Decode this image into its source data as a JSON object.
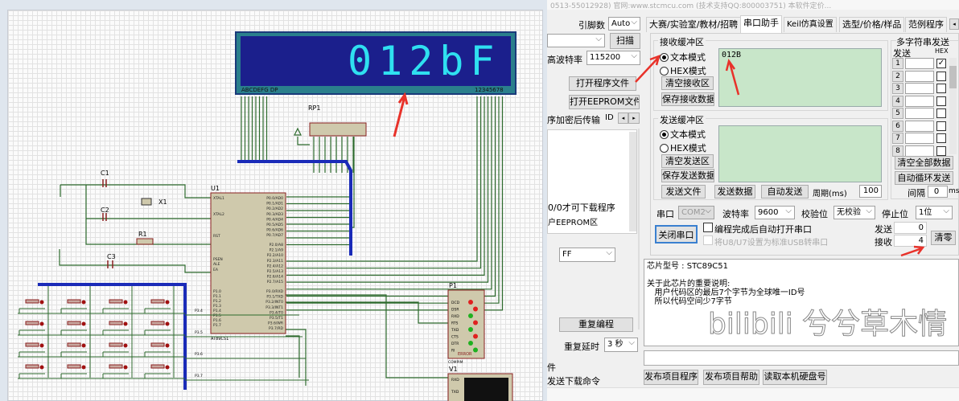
{
  "titlebar": "0513-55012928) 官网:www.stcmcu.com (技术支持QQ:800003751) 本软件定价...",
  "schematic": {
    "display_text": "012bF",
    "display_seg_label": "ABCDEFG DP",
    "display_digit_label": "12345678",
    "rp1": "RP1",
    "u1": "U1",
    "u1_part": "AT89C51",
    "c1": "C1",
    "c2": "C2",
    "c3": "C3",
    "r1": "R1",
    "x1": "X1",
    "p1": "P1",
    "p1_part": "COMPIM",
    "p1_pins": [
      "DCD",
      "DSR",
      "RXD",
      "RTS",
      "TXD",
      "CTS",
      "DTR",
      "RI"
    ],
    "p1_error": "ERROR",
    "v1": "V1",
    "v1_pins": [
      "RXD",
      "TXD"
    ],
    "mcu_left": [
      "XTAL1",
      "XTAL2",
      "RST",
      "PSEN",
      "ALE",
      "EA",
      "P1.0",
      "P1.1",
      "P1.2",
      "P1.3",
      "P1.4",
      "P1.5",
      "P1.6",
      "P1.7"
    ],
    "mcu_right": [
      "P0.0/AD0",
      "P0.1/AD1",
      "P0.2/AD2",
      "P0.3/AD3",
      "P0.4/AD4",
      "P0.5/AD5",
      "P0.6/AD6",
      "P0.7/AD7",
      "P2.0/A8",
      "P2.1/A9",
      "P2.2/A10",
      "P2.3/A11",
      "P2.4/A12",
      "P2.5/A13",
      "P2.6/A14",
      "P2.7/A15",
      "P3.0/RXD",
      "P3.1/TXD",
      "P3.2/INT0",
      "P3.3/INT1",
      "P3.4/T0",
      "P3.5/T1",
      "P3.6/WR",
      "P3.7/RD"
    ],
    "key_labels": [
      "P3.4",
      "P3.5",
      "P3.6",
      "P3.7"
    ]
  },
  "left": {
    "pin_count_label": "引脚数",
    "pin_count_value": "Auto",
    "scan": "扫描",
    "baud_label": "高波特率",
    "baud_value": "115200",
    "open_program": "打开程序文件",
    "open_eeprom": "打开EEPROM文件",
    "encrypt_label": "序加密后传输",
    "id_label": "ID",
    "note1": "0/0才可下载程序",
    "note2": "户EEPROM区",
    "ff_value": "FF",
    "repeat_program": "重复编程",
    "repeat_delay_label": "重复延时",
    "repeat_delay_value": "3 秒",
    "file_suffix": "件",
    "send_download": "发送下载命令"
  },
  "tabs": [
    {
      "label": "大赛/实验室/教材/招聘"
    },
    {
      "label": "串口助手"
    },
    {
      "label": "Keil仿真设置"
    },
    {
      "label": "选型/价格/样品"
    },
    {
      "label": "范例程序"
    }
  ],
  "receive": {
    "title": "接收缓冲区",
    "text_mode": "文本模式",
    "hex_mode": "HEX模式",
    "clear": "清空接收区",
    "save": "保存接收数据",
    "content": "012B"
  },
  "send": {
    "title": "发送缓冲区",
    "text_mode": "文本模式",
    "hex_mode": "HEX模式",
    "clear": "清空发送区",
    "save": "保存发送数据",
    "content": "",
    "send_file": "发送文件",
    "send_data": "发送数据",
    "auto_send": "自动发送",
    "period_label": "周期(ms)",
    "period_value": "100"
  },
  "multi": {
    "title": "多字符串发送",
    "send_col": "发送",
    "hex_col": "HEX",
    "rows": [
      "1",
      "2",
      "3",
      "4",
      "5",
      "6",
      "7",
      "8"
    ],
    "row1_hex_checked": true,
    "clear_all": "清空全部数据",
    "auto_loop": "自动循环发送",
    "interval_label": "间隔",
    "interval_value": "0",
    "interval_unit": "ms"
  },
  "port": {
    "port_label": "串口",
    "port_value": "COM2",
    "baud_label": "波特率",
    "baud_value": "9600",
    "parity_label": "校验位",
    "parity_value": "无校验",
    "stop_label": "停止位",
    "stop_value": "1位",
    "close_port": "关闭串口",
    "auto_open": "编程完成后自动打开串口",
    "usb_option": "将U8/U7设置为标准USB转串口",
    "sent_label": "发送",
    "sent_value": "0",
    "recv_label": "接收",
    "recv_value": "4",
    "reset": "清零"
  },
  "info": {
    "lines": [
      "芯片型号 : STC89C51",
      "",
      "关于此芯片的重要说明:",
      "   用户代码区的最后7个字节为全球唯一ID号",
      "   所以代码空间少7字节"
    ]
  },
  "bottom": {
    "publish_program": "发布项目程序",
    "publish_help": "发布项目帮助",
    "read_disk": "读取本机硬盘号"
  },
  "watermark": "bilibili 兮兮草木情",
  "colors": {
    "arrow": "#e8322a",
    "lcd_digit": "#2fe0f0",
    "lcd_bg": "#1b1f8c",
    "bus": "#1a2bb8",
    "wire": "#2d6a2d"
  }
}
